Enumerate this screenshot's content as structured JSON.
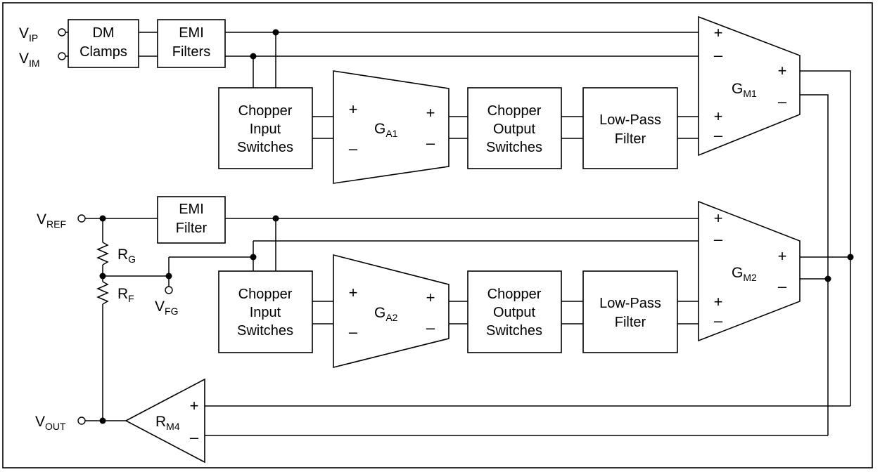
{
  "blocks": {
    "dm_clamps": [
      "DM",
      "Clamps"
    ],
    "emi_filters": [
      "EMI",
      "Filters"
    ],
    "emi_filter": [
      "EMI",
      "Filter"
    ],
    "chopper_in_1": [
      "Chopper",
      "Input",
      "Switches"
    ],
    "chopper_out_1": [
      "Chopper",
      "Output",
      "Switches"
    ],
    "lpf_1": [
      "Low-Pass",
      "Filter"
    ],
    "chopper_in_2": [
      "Chopper",
      "Input",
      "Switches"
    ],
    "chopper_out_2": [
      "Chopper",
      "Output",
      "Switches"
    ],
    "lpf_2": [
      "Low-Pass",
      "Filter"
    ]
  },
  "amplifiers": {
    "ga1": {
      "main": "G",
      "sub": "A1"
    },
    "ga2": {
      "main": "G",
      "sub": "A2"
    },
    "gm1": {
      "main": "G",
      "sub": "M1"
    },
    "gm2": {
      "main": "G",
      "sub": "M2"
    },
    "rm4": {
      "main": "R",
      "sub": "M4"
    }
  },
  "pins": {
    "vip": {
      "main": "V",
      "sub": "IP"
    },
    "vim": {
      "main": "V",
      "sub": "IM"
    },
    "vref": {
      "main": "V",
      "sub": "REF"
    },
    "vfg": {
      "main": "V",
      "sub": "FG"
    },
    "vout": {
      "main": "V",
      "sub": "OUT"
    }
  },
  "resistors": {
    "rg": {
      "main": "R",
      "sub": "G"
    },
    "rf": {
      "main": "R",
      "sub": "F"
    }
  },
  "signs": {
    "plus": "+",
    "minus": "–"
  }
}
